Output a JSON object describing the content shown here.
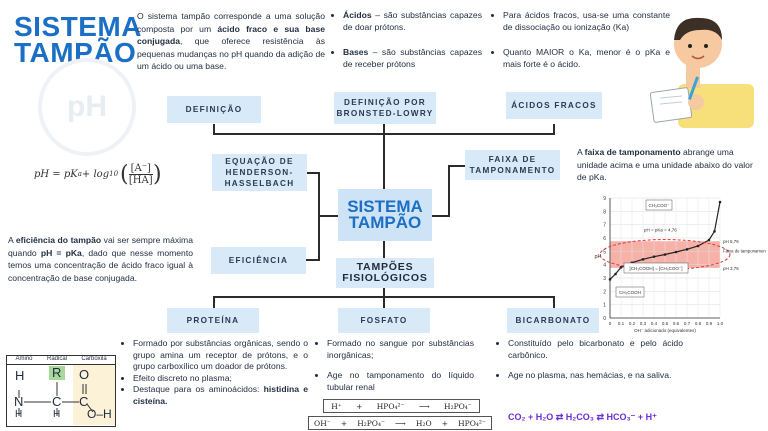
{
  "title": {
    "line1": "SISTEMA",
    "line2": "TAMPÃO",
    "watermark": "pH"
  },
  "intro": {
    "p1": "O sistema tampão corresponde a uma solução composta por um ",
    "b1": "ácido fraco e sua base conjugada",
    "p2": ", que oferece resistência às pequenas mudanças no pH quando da adição de um ácido ou uma base."
  },
  "bronsted": {
    "acid_term": "Ácidos",
    "acid_text": " – são substâncias capazes de doar prótons.",
    "base_term": "Bases",
    "base_text": " – são substâncias capazes de receber prótons"
  },
  "weak_acids": {
    "item1": "Para ácidos fracos, usa-se uma constante de dissociação ou ionização (Ka)",
    "item2": "Quanto MAIOR o Ka, menor é o pKa e mais forte é o ácido."
  },
  "boxes": {
    "definicao": "DEFINIÇÃO",
    "bronsted_l1": "DEFINIÇÃO POR",
    "bronsted_l2": "BRONSTED-LOWRY",
    "acidos_fracos": "ÁCIDOS FRACOS",
    "henderson_l1": "EQUAÇÃO DE",
    "henderson_l2": "HENDERSON-",
    "henderson_l3": "HASSELBACH",
    "faixa_l1": "FAIXA DE",
    "faixa_l2": "TAMPONAMENTO",
    "center_l1": "SISTEMA",
    "center_l2": "TAMPÃO",
    "eficiencia": "EFICIÊNCIA",
    "fisio_l1": "TAMPÕES",
    "fisio_l2": "FISIOLÓGICOS",
    "proteina": "PROTEÍNA",
    "fosfato": "FOSFATO",
    "bicarbonato": "BICARBONATO"
  },
  "equation": {
    "lhs": "pH = pK",
    "sub_a": "a",
    "plus_log": " + log",
    "sub_10": "10",
    "num": "[A⁻]",
    "den": "[HA]"
  },
  "faixa_text": {
    "p1": "A ",
    "b1": "faixa de tamponamento",
    "p2": " abrange uma unidade acima e uma unidade abaixo do valor de pKa."
  },
  "eficiencia_text": {
    "p1": "A ",
    "b1": "eficiência do tampão",
    "p2": " vai ser sempre máxima quando ",
    "b2": "pH = pKa",
    "p3": ", dado que nesse momento temos uma concentração de ácido fraco igual à concentração de base conjugada."
  },
  "proteina": {
    "item1": "Formado por substâncias orgânicas, sendo o grupo amina um receptor de prótons, e o grupo carboxílico um doador de prótons.",
    "item2": "Efeito discreto no plasma;",
    "item3_a": "Destaque para os aminoácidos: ",
    "item3_b": "histidina e cisteína."
  },
  "amino": {
    "h_amino": "Amino",
    "h_radical": "Radical",
    "h_carboxila": "Carboxila",
    "H": "H",
    "N": "N",
    "R": "R",
    "C": "C",
    "O": "O",
    "OH": "O–H"
  },
  "fosfato": {
    "item1": "Formado no sangue por substâncias inorgânicas;",
    "item2": "Age no tamponamento do líquido tubular renal",
    "r1_a": "H⁺",
    "r1_b": "+",
    "r1_c": "HPO₄²⁻",
    "r1_d": "H₂PO₄⁻",
    "r2_a": "OH⁻",
    "r2_b": "+",
    "r2_c": "H₂PO₄⁻",
    "r2_d": "H₂O",
    "r2_e": "+",
    "r2_f": "HPO₄²⁻"
  },
  "bicarbonato": {
    "item1": "Constituído pelo bicarbonato e pelo ácido carbônico.",
    "item2": "Age no plasma, nas hemácias, e na saliva.",
    "eq": "CO₂ + H₂O ⇄ H₂CO₃ ⇄ HCO₃⁻ + H⁺"
  },
  "chart_data": {
    "type": "line",
    "title": "",
    "xlabel": "OH⁻ adicionado (equivalentes)",
    "ylabel": "pH",
    "xlim": [
      0,
      1.0
    ],
    "ylim": [
      0,
      9
    ],
    "x_ticks": [
      "0",
      "0.1",
      "0.2",
      "0.3",
      "0.4",
      "0.5",
      "0.6",
      "0.7",
      "0.8",
      "0.9",
      "1.0"
    ],
    "y_ticks": [
      "0",
      "1",
      "2",
      "3",
      "4",
      "5",
      "6",
      "7",
      "8",
      "9"
    ],
    "series": [
      {
        "values": [
          [
            0.0,
            2.9
          ],
          [
            0.05,
            3.3
          ],
          [
            0.1,
            3.8
          ],
          [
            0.2,
            4.15
          ],
          [
            0.3,
            4.4
          ],
          [
            0.4,
            4.6
          ],
          [
            0.5,
            4.76
          ],
          [
            0.6,
            4.95
          ],
          [
            0.7,
            5.15
          ],
          [
            0.8,
            5.4
          ],
          [
            0.9,
            5.85
          ],
          [
            0.95,
            6.5
          ],
          [
            1.0,
            8.7
          ]
        ]
      }
    ],
    "buffer_band": [
      3.76,
      5.76
    ],
    "annotations": {
      "top": "CH₃COO⁻",
      "mid": "pH = pKa = 4,76",
      "pH_high": "pH 5,76",
      "pH_low": "pH 3,76",
      "faixa": "Faixa de tamponamento",
      "mix": "[CH₃COOH] = [CH₃COO⁻]",
      "bottom": "CH₃COOH"
    },
    "colors": {
      "band": "#f4a39a",
      "ellipse": "#d93a3a",
      "curve": "#222222"
    }
  }
}
